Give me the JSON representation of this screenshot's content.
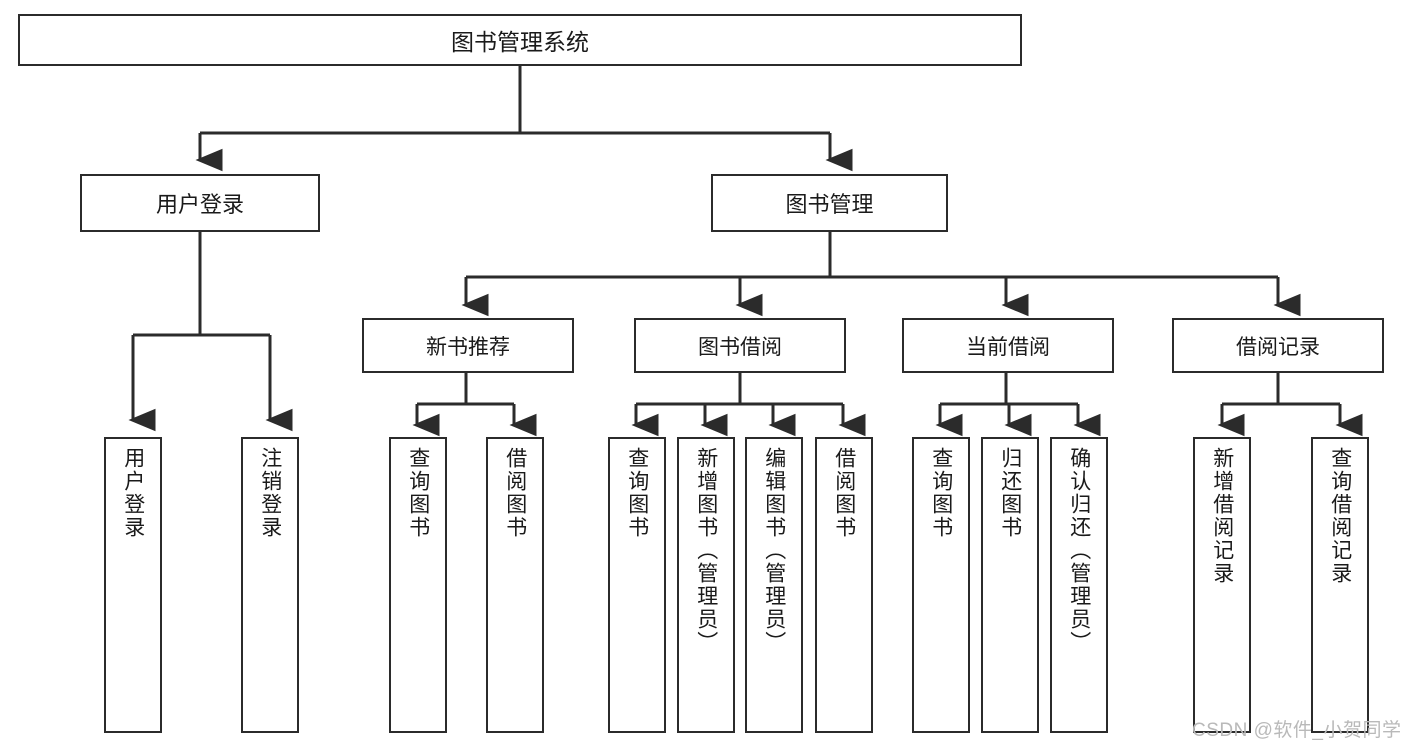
{
  "diagram": {
    "type": "tree",
    "title": "图书管理系统",
    "orientation": "top-down",
    "colors": {
      "stroke": "#2b2b2b",
      "fill": "#ffffff",
      "text": "#1a1a1a",
      "watermark": "#b9b9b9"
    },
    "root": {
      "label": "图书管理系统"
    },
    "level2": [
      {
        "label": "用户登录"
      },
      {
        "label": "图书管理"
      }
    ],
    "level3": [
      {
        "label": "新书推荐"
      },
      {
        "label": "图书借阅"
      },
      {
        "label": "当前借阅"
      },
      {
        "label": "借阅记录"
      }
    ],
    "leaves": [
      {
        "label": "用户登录",
        "parent": "用户登录"
      },
      {
        "label": "注销登录",
        "parent": "用户登录"
      },
      {
        "label": "查询图书",
        "parent": "新书推荐"
      },
      {
        "label": "借阅图书",
        "parent": "新书推荐"
      },
      {
        "label": "查询图书",
        "parent": "图书借阅"
      },
      {
        "label": "新增图书（管理员）",
        "parent": "图书借阅"
      },
      {
        "label": "编辑图书（管理员）",
        "parent": "图书借阅"
      },
      {
        "label": "借阅图书",
        "parent": "图书借阅"
      },
      {
        "label": "查询图书",
        "parent": "当前借阅"
      },
      {
        "label": "归还图书",
        "parent": "当前借阅"
      },
      {
        "label": "确认归还（管理员）",
        "parent": "当前借阅"
      },
      {
        "label": "新增借阅记录",
        "parent": "借阅记录"
      },
      {
        "label": "查询借阅记录",
        "parent": "借阅记录"
      }
    ]
  },
  "watermark": {
    "text": "CSDN @软件_小贺同学"
  }
}
